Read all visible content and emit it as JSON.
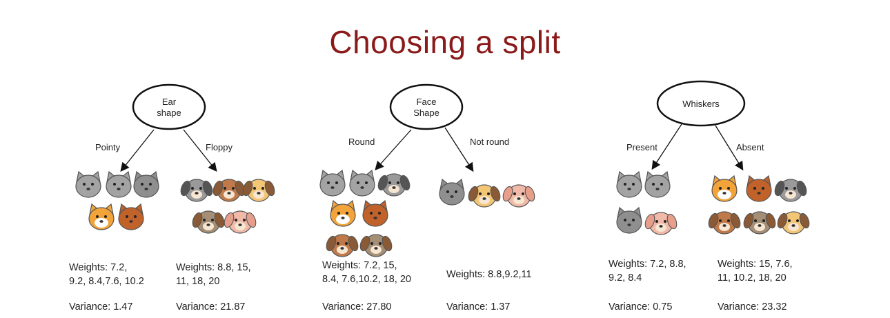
{
  "title": "Choosing a split",
  "splits": [
    {
      "feature": [
        "Ear",
        "shape"
      ],
      "left": {
        "label": "Pointy",
        "animals": [
          "cat-gray",
          "cat-gray",
          "wolf",
          "cat-orange",
          "cat-brown"
        ],
        "weights": "Weights: 7.2,\n9.2, 8.4,7.6, 10.2",
        "variance": "Variance: 1.47"
      },
      "right": {
        "label": "Floppy",
        "animals": [
          "dog-gray",
          "dog-brown",
          "dog-yellow",
          "dog-pug",
          "dog-pink"
        ],
        "weights": "Weights: 8.8, 15,\n11, 18, 20",
        "variance": "Variance: 21.87"
      }
    },
    {
      "feature": [
        "Face",
        "Shape"
      ],
      "left": {
        "label": "Round",
        "animals": [
          "cat-gray",
          "cat-gray",
          "dog-gray",
          "cat-orange",
          "cat-brown",
          "dog-brown",
          "dog-pug"
        ],
        "weights": "Weights: 7.2, 15,\n8.4, 7.6,10.2, 18, 20",
        "variance": "Variance: 27.80"
      },
      "right": {
        "label": "Not round",
        "animals": [
          "wolf",
          "dog-yellow",
          "dog-pink"
        ],
        "weights": "Weights: 8.8,9.2,11",
        "variance": "Variance: 1.37"
      }
    },
    {
      "feature": [
        "Whiskers"
      ],
      "left": {
        "label": "Present",
        "animals": [
          "cat-gray",
          "cat-gray",
          "wolf",
          "dog-pink"
        ],
        "weights": "Weights: 7.2, 8.8,\n9.2, 8.4",
        "variance": "Variance: 0.75"
      },
      "right": {
        "label": "Absent",
        "animals": [
          "cat-orange",
          "cat-brown",
          "dog-gray",
          "dog-brown",
          "dog-pug",
          "dog-yellow"
        ],
        "weights": "Weights: 15, 7.6,\n11, 10.2, 18, 20",
        "variance": "Variance: 23.32"
      }
    }
  ],
  "colors": {
    "title": "#8b1a1a",
    "cat-gray": "#a3a3a3",
    "cat-orange": "#f2a33a",
    "cat-brown": "#c0622a",
    "wolf": "#8f8f8f",
    "dog-gray": "#9a9a9a",
    "dog-brown": "#c07a4a",
    "dog-yellow": "#f3c676",
    "dog-pug": "#a48e76",
    "dog-pink": "#f0b9a8"
  }
}
